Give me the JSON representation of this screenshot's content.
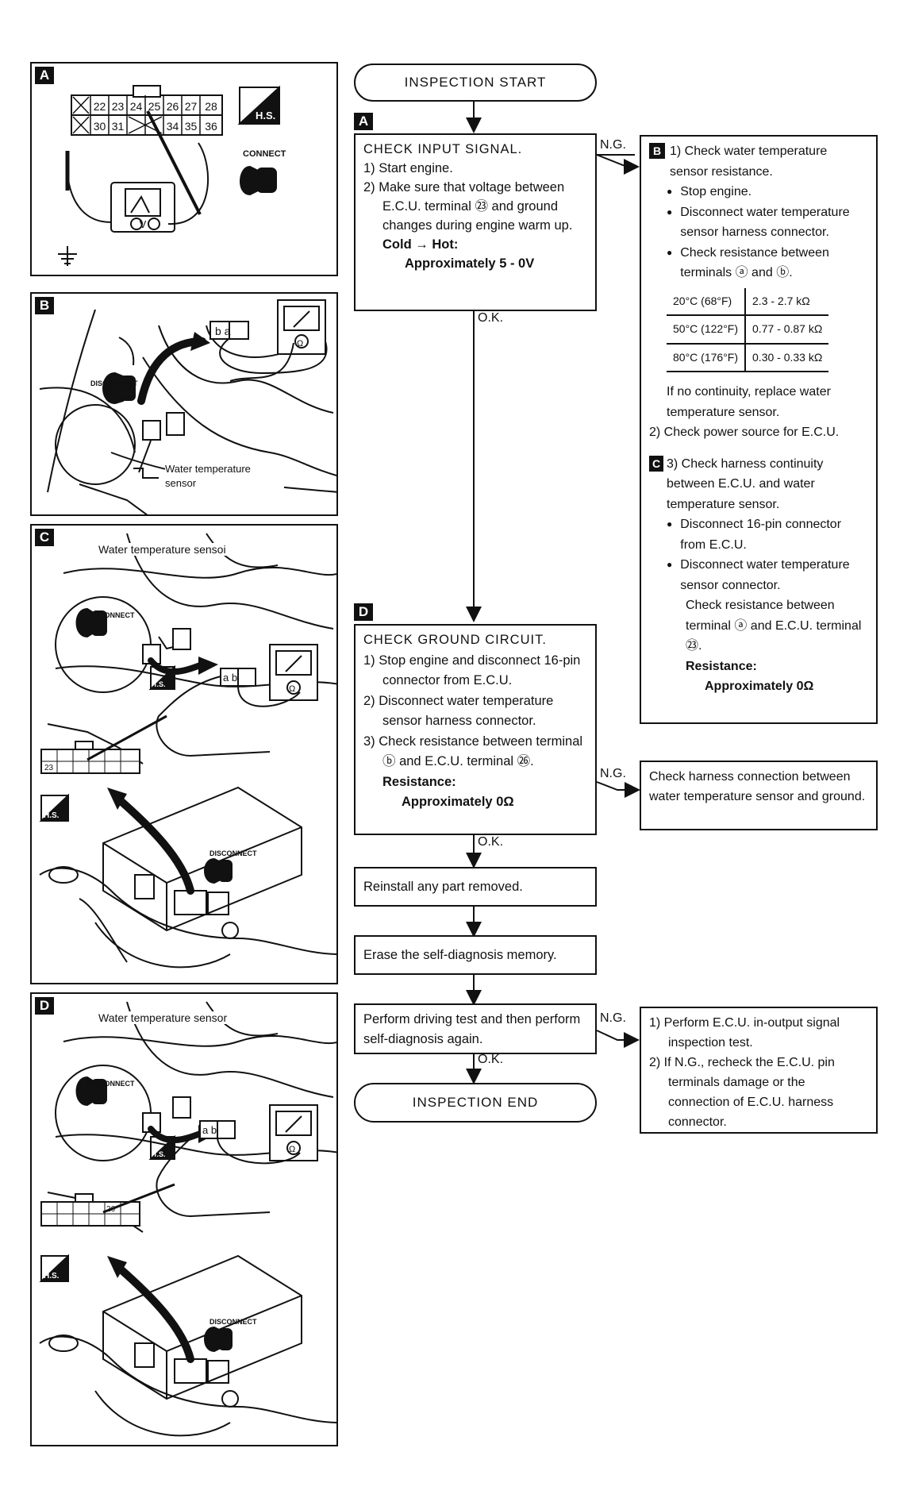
{
  "panels": {
    "a": {
      "tag": "A",
      "pins_top": [
        "22",
        "23",
        "24",
        "25",
        "26",
        "27",
        "28"
      ],
      "pins_bottom": [
        "30",
        "31",
        "34",
        "35",
        "36"
      ],
      "hs": "H.S.",
      "connect": "CONNECT"
    },
    "b": {
      "tag": "B",
      "disconnect": "DISCONNECT",
      "conn": "b a",
      "sensor_label": "Water temperature sensor"
    },
    "c": {
      "tag": "C",
      "sensor_label": "Water temperature sensoi",
      "disconnect": "DISCONNECT",
      "conn": "a b",
      "ts": "T.S.",
      "pin": "23",
      "hs": "H.S.",
      "disconnect2": "DISCONNECT"
    },
    "d": {
      "tag": "D",
      "sensor_label": "Water temperature sensor",
      "disconnect": "DISCONNECT",
      "conn": "a b",
      "ts": "T.S.",
      "pin": "26",
      "hs": "H.S.",
      "disconnect2": "DISCONNECT"
    }
  },
  "flow": {
    "start": "INSPECTION START",
    "end": "INSPECTION END",
    "tag_a": "A",
    "tag_d": "D",
    "ng": "N.G.",
    "ok": "O.K.",
    "check_input": {
      "title": "CHECK INPUT SIGNAL.",
      "s1": "1) Start engine.",
      "s2": "2) Make sure that voltage between E.C.U. terminal ㉓ and ground changes during engine warm up.",
      "cold_hot": "Cold → Hot:",
      "approx": "Approximately 5 - 0V"
    },
    "ng_b": {
      "tag": "B",
      "s1": "1) Check water temperature sensor resistance.",
      "b1": "Stop engine.",
      "b2": "Disconnect water temperature sensor harness connector.",
      "b3": "Check resistance between terminals ⓐ and ⓑ.",
      "table": [
        [
          "20°C (68°F)",
          "2.3 - 2.7 kΩ"
        ],
        [
          "50°C (122°F)",
          "0.77 - 0.87 kΩ"
        ],
        [
          "80°C (176°F)",
          "0.30 - 0.33 kΩ"
        ]
      ],
      "nocont": "If no continuity, replace water temperature sensor.",
      "s2": "2) Check power source for E.C.U.",
      "tag_c": "C",
      "s3": "3) Check harness continuity between E.C.U. and water temperature sensor.",
      "b4": "Disconnect 16-pin connector from E.C.U.",
      "b5": "Disconnect water temperature sensor connector.",
      "check": "Check resistance between terminal ⓐ and E.C.U. terminal ㉓.",
      "res_label": "Resistance:",
      "res_val": "Approximately 0Ω"
    },
    "check_ground": {
      "title": "CHECK GROUND CIRCUIT.",
      "s1": "1) Stop engine and disconnect 16-pin connector from E.C.U.",
      "s2": "2) Disconnect water temperature sensor harness connector.",
      "s3": "3) Check resistance between terminal ⓑ and E.C.U. terminal ㉖.",
      "res_label": "Resistance:",
      "res_val": "Approximately 0Ω"
    },
    "ng_harness": "Check harness connection between water temperature sensor and ground.",
    "reinstall": "Reinstall any part removed.",
    "erase": "Erase the self-diagnosis memory.",
    "drive": "Perform driving test and then perform self-diagnosis again.",
    "ng_final": {
      "s1": "1) Perform E.C.U. in-output signal inspection test.",
      "s2": "2) If N.G., recheck the E.C.U. pin terminals damage or the connection of E.C.U. harness connector."
    }
  }
}
